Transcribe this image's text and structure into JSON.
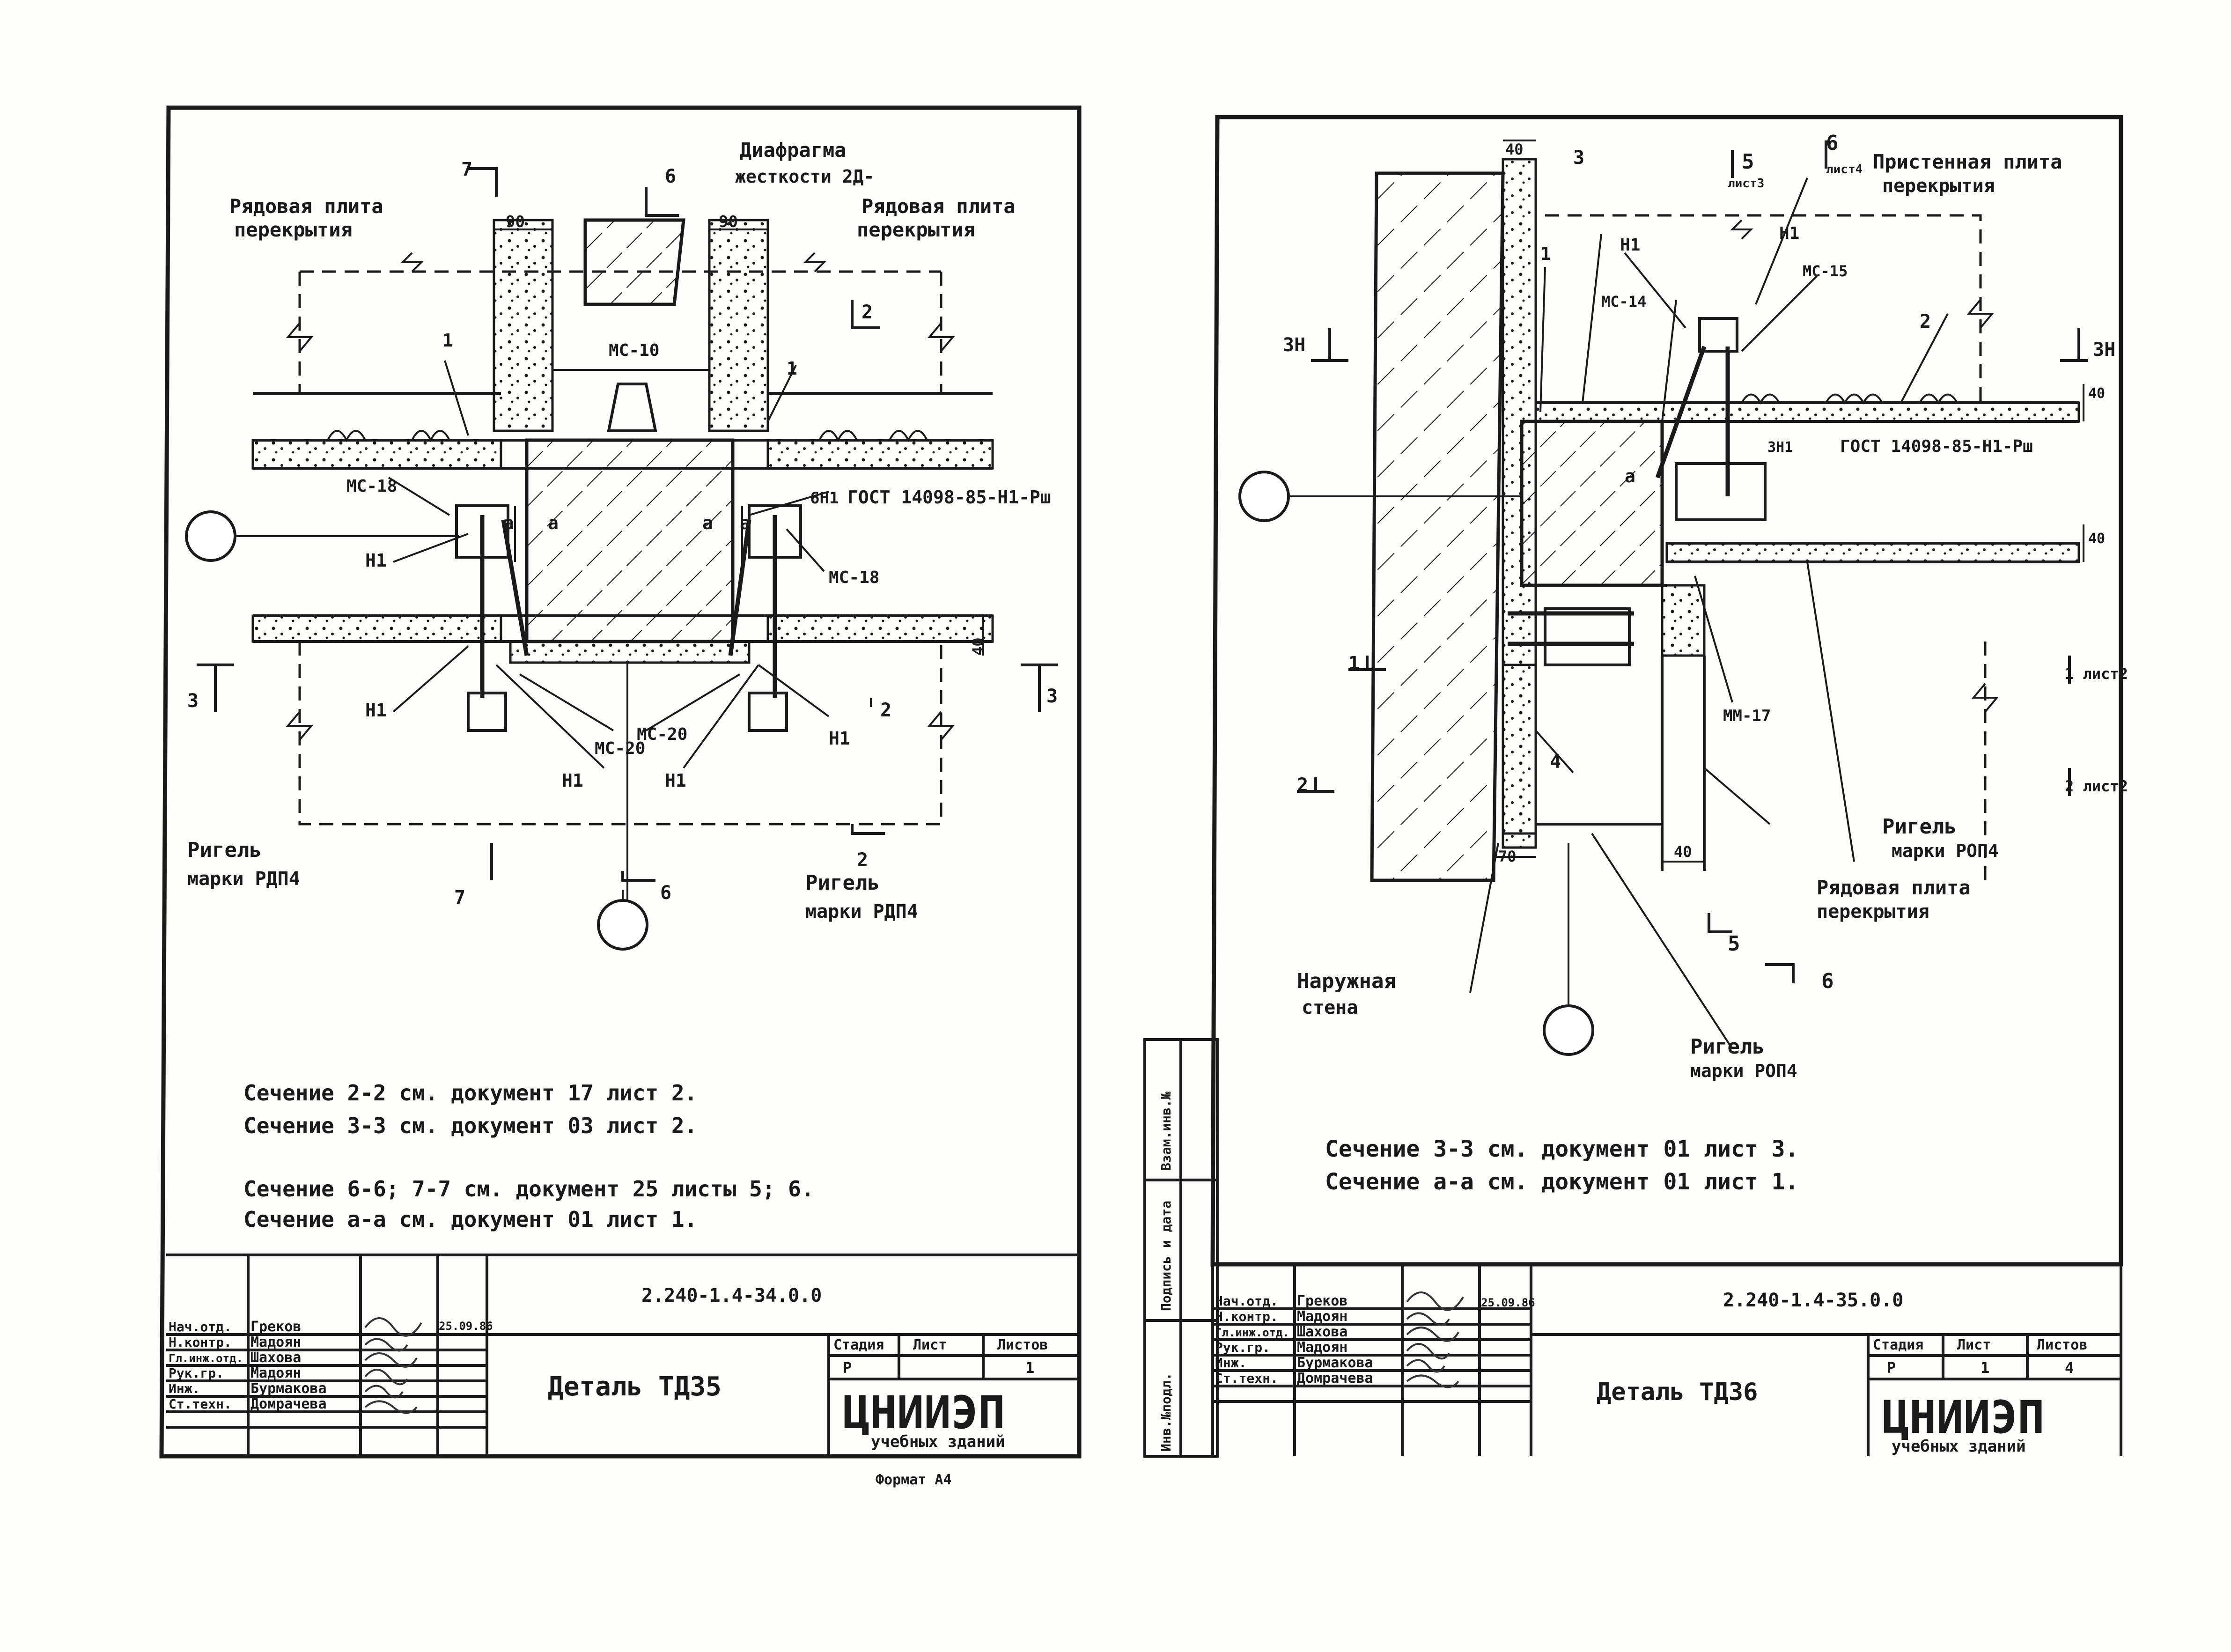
{
  "sheet_left": {
    "labels": {
      "slab_left_1": "Рядовая плита",
      "slab_left_2": "перекрытия",
      "slab_right_1": "Рядовая плита",
      "slab_right_2": "перекрытия",
      "diaphragm_1": "Диафрагма",
      "diaphragm_2": "жесткости 2Д-",
      "girder_left_1": "Ригель",
      "girder_left_2": "марки РДП4",
      "girder_right_1": "Ригель",
      "girder_right_2": "марки РДП4",
      "gost": "ГОСТ 14098-85-Н1-Рш",
      "gost_prefix": "6Н1"
    },
    "callouts": [
      "МС-10",
      "МС-18",
      "МС-18",
      "Н1",
      "Н1",
      "Н1",
      "Н1",
      "Н1",
      "МС-20",
      "МС-20",
      "а",
      "а",
      "а",
      "а",
      "1",
      "1",
      "2",
      "2",
      "2",
      "6",
      "6",
      "7",
      "7",
      "3",
      "3"
    ],
    "dims": [
      "90",
      "90",
      "40"
    ],
    "notes": [
      "Сечение 2-2 см. документ 17 лист 2.",
      "Сечение 3-3 см. документ 03 лист 2.",
      "Сечение 6-6; 7-7 см. документ 25 листы 5; 6.",
      "Сечение а-а см. документ 01 лист 1."
    ],
    "title_block": {
      "code": "2.240-1.4-34.0.0",
      "title": "Деталь ТД35",
      "stage_header": "Стадия",
      "sheet_header": "Лист",
      "sheets_header": "Листов",
      "stage": "Р",
      "sheet": "",
      "sheets": "1",
      "org_1": "ЦНИИЭП",
      "org_2": "учебных зданий",
      "date": "25.09.86",
      "format": "Формат А4",
      "roles": [
        "Нач.отд.",
        "Н.контр.",
        "Гл.инж.отд.",
        "Рук.гр.",
        "Инж.",
        "Ст.техн."
      ],
      "names": [
        "Греков",
        "Мадоян",
        "Шахова",
        "Мадоян",
        "Бурмакова",
        "Домрачева"
      ]
    }
  },
  "sheet_right": {
    "labels": {
      "wall_slab_1": "Пристенная плита",
      "wall_slab_2": "перекрытия",
      "slab_1": "Рядовая плита",
      "slab_2": "перекрытия",
      "girder_top_1": "Ригель",
      "girder_top_2": "марки РОП4",
      "girder_bottom_1": "Ригель",
      "girder_bottom_2": "марки РОП4",
      "outer_wall_1": "Наружная",
      "outer_wall_2": "стена",
      "gost": "ГОСТ 14098-85-Н1-Рш",
      "gost_prefix": "3Н1",
      "ref5_sheet": "лист3",
      "ref6_sheet": "лист4",
      "ref1_sheet": "1 лист2",
      "ref2_sheet": "2 лист2"
    },
    "callouts": [
      "Н1",
      "Н1",
      "МС-14",
      "МС-15",
      "ММ-17",
      "а",
      "1",
      "2",
      "3",
      "4",
      "5",
      "5",
      "6",
      "6",
      "3Н",
      "3Н",
      "1",
      "2"
    ],
    "dims": [
      "40",
      "40",
      "40",
      "40",
      "70"
    ],
    "notes": [
      "Сечение 3-3 см. документ 01 лист 3.",
      "Сечение а-а см. документ 01 лист 1."
    ],
    "side_stamp": [
      "Инв.№подл.",
      "Подпись и дата",
      "Взам.инв.№"
    ],
    "title_block": {
      "code": "2.240-1.4-35.0.0",
      "title": "Деталь ТД36",
      "stage_header": "Стадия",
      "sheet_header": "Лист",
      "sheets_header": "Листов",
      "stage": "Р",
      "sheet": "1",
      "sheets": "4",
      "org_1": "ЦНИИЭП",
      "org_2": "учебных зданий",
      "date": "25.09.86",
      "roles": [
        "Нач.отд.",
        "Н.контр.",
        "Гл.инж.отд.",
        "Рук.гр.",
        "Инж.",
        "Ст.техн."
      ],
      "names": [
        "Греков",
        "Мадоян",
        "Шахова",
        "Мадоян",
        "Бурмакова",
        "Домрачева"
      ]
    }
  }
}
